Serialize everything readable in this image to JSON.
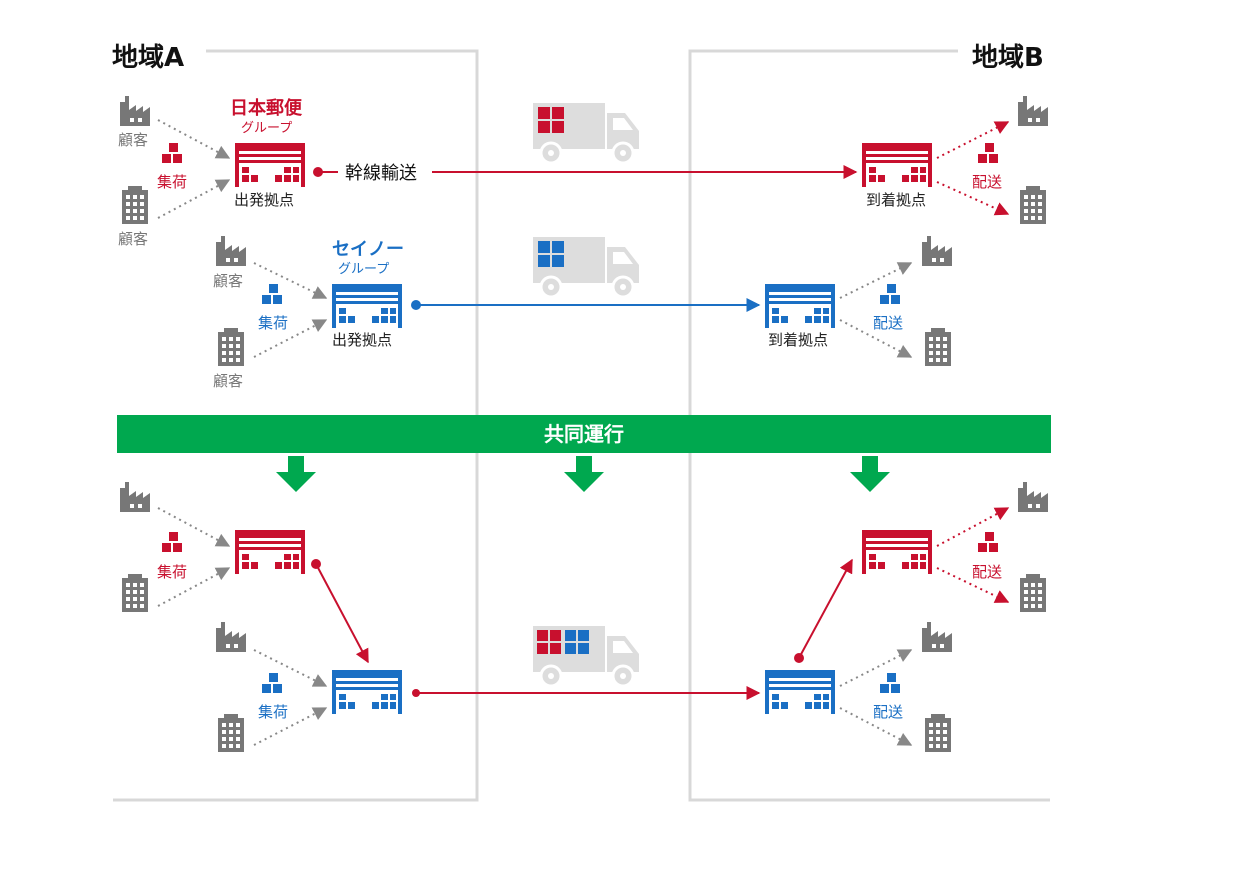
{
  "regions": {
    "a_label": "地域A",
    "b_label": "地域B"
  },
  "companies": {
    "japan_post": {
      "name": "日本郵便",
      "sub": "グループ"
    },
    "seino": {
      "name": "セイノー",
      "sub": "グループ"
    }
  },
  "labels": {
    "customer": "顧客",
    "pickup": "集荷",
    "delivery": "配送",
    "departure_hub": "出発拠点",
    "arrival_hub": "到着拠点",
    "trunk_transport": "幹線輸送",
    "joint_operation": "共同運行"
  },
  "colors": {
    "red": "#c8102e",
    "blue": "#1a6fc4",
    "green": "#00a84f",
    "grey": "#777777",
    "truck": "#dddddd"
  },
  "icons": [
    "factory-icon",
    "building-icon",
    "boxes-icon",
    "warehouse-icon",
    "truck-icon",
    "down-arrow-icon"
  ]
}
